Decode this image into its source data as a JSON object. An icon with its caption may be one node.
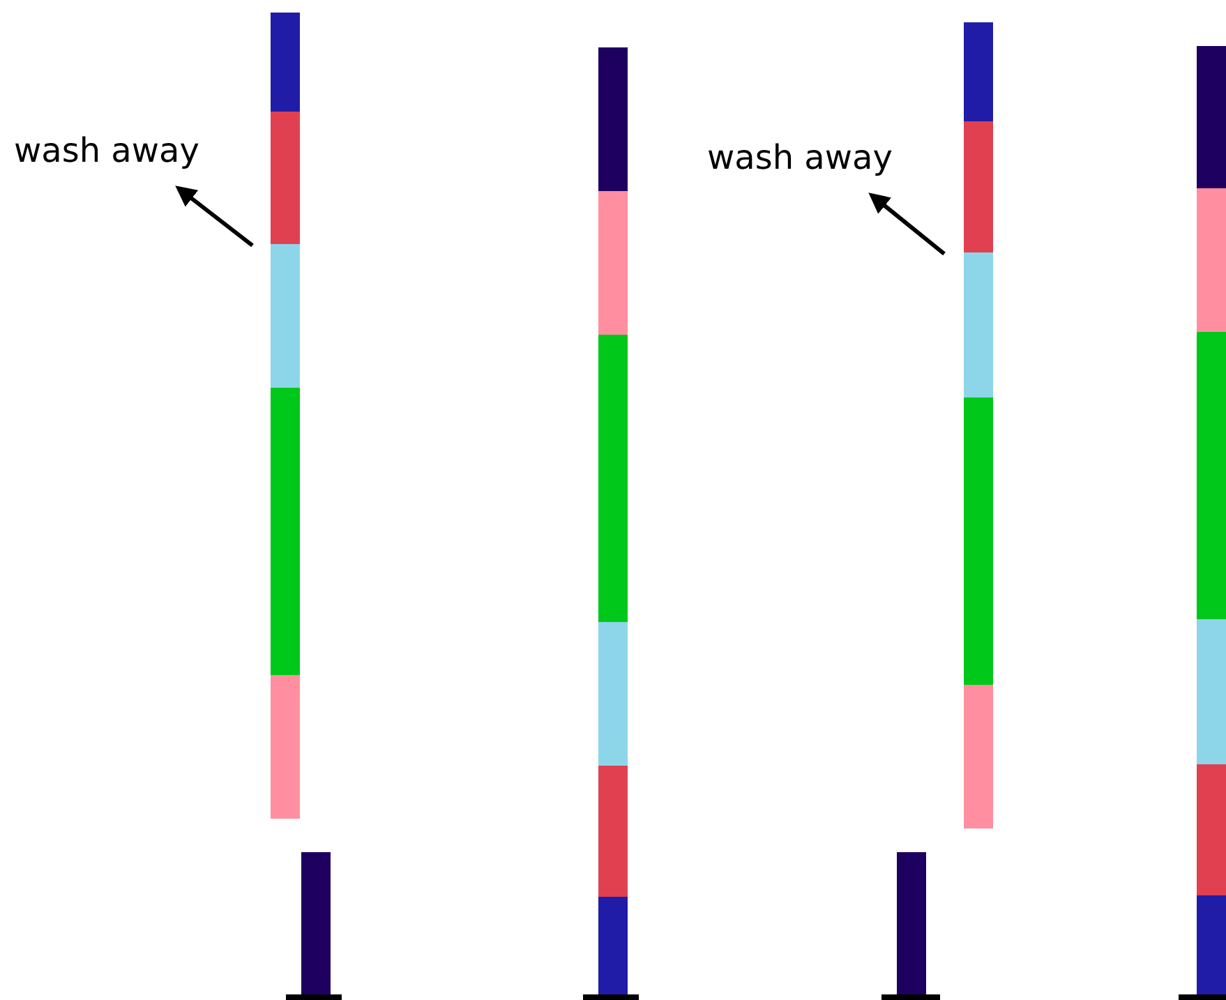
{
  "diagram": {
    "nodes": [
      {
        "text": [
          "wash away"
        ]
      },
      {
        "text": [
          "wash away"
        ]
      }
    ],
    "edges": [
      {
        "from": null,
        "to": 0,
        "arrow": "to"
      },
      {
        "from": null,
        "to": 1,
        "arrow": "to"
      }
    ]
  }
}
